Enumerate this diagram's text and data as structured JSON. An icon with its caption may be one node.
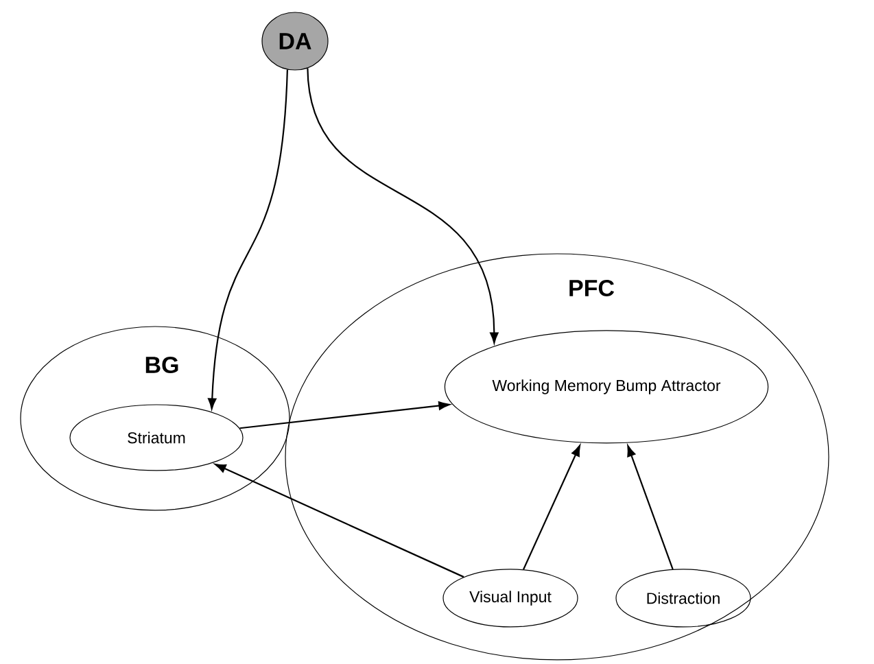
{
  "diagram": {
    "nodes": [
      {
        "text": [
          "DA"
        ]
      },
      {
        "text": [
          "BG"
        ]
      },
      {
        "text": [
          "Striatum"
        ],
        "in": 1
      },
      {
        "text": [
          "PFC"
        ]
      },
      {
        "text": [
          "Working Memory Bump Attractor"
        ],
        "in": 3
      },
      {
        "text": [
          "Visual Input"
        ],
        "in": 3
      },
      {
        "text": [
          "Distraction"
        ],
        "in": 3
      }
    ],
    "edges": [
      {
        "from": 0,
        "to": 2,
        "arrow": "to"
      },
      {
        "from": 0,
        "to": 4,
        "arrow": "to"
      },
      {
        "from": 2,
        "to": 4,
        "arrow": "to"
      },
      {
        "from": 5,
        "to": 2,
        "arrow": "to"
      },
      {
        "from": 5,
        "to": 4,
        "arrow": "to"
      },
      {
        "from": 6,
        "to": 4,
        "arrow": "to"
      }
    ]
  }
}
